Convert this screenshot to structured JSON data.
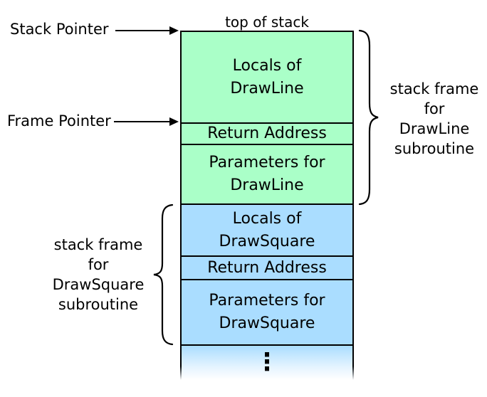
{
  "colors": {
    "green": "#aaffc8",
    "blue": "#aaddff",
    "border": "#000000"
  },
  "top_label": "top of stack",
  "pointers": {
    "stack_pointer": "Stack Pointer",
    "frame_pointer": "Frame Pointer"
  },
  "stack": {
    "sections": [
      {
        "id": "locals-drawline",
        "color": "green",
        "lines": [
          "Locals of",
          "DrawLine"
        ]
      },
      {
        "id": "return-address-drawline",
        "color": "green",
        "lines": [
          "Return Address"
        ]
      },
      {
        "id": "parameters-drawline",
        "color": "green",
        "lines": [
          "Parameters for",
          "DrawLine"
        ]
      },
      {
        "id": "locals-drawsquare",
        "color": "blue",
        "lines": [
          "Locals of",
          "DrawSquare"
        ]
      },
      {
        "id": "return-address-drawsquare",
        "color": "blue",
        "lines": [
          "Return Address"
        ]
      },
      {
        "id": "parameters-drawsquare",
        "color": "blue",
        "lines": [
          "Parameters for",
          "DrawSquare"
        ]
      }
    ],
    "ellipsis": "⋮"
  },
  "braces": {
    "right_label_lines": [
      "stack frame",
      "for",
      "DrawLine",
      "subroutine"
    ],
    "left_label_lines": [
      "stack frame",
      "for",
      "DrawSquare",
      "subroutine"
    ]
  }
}
